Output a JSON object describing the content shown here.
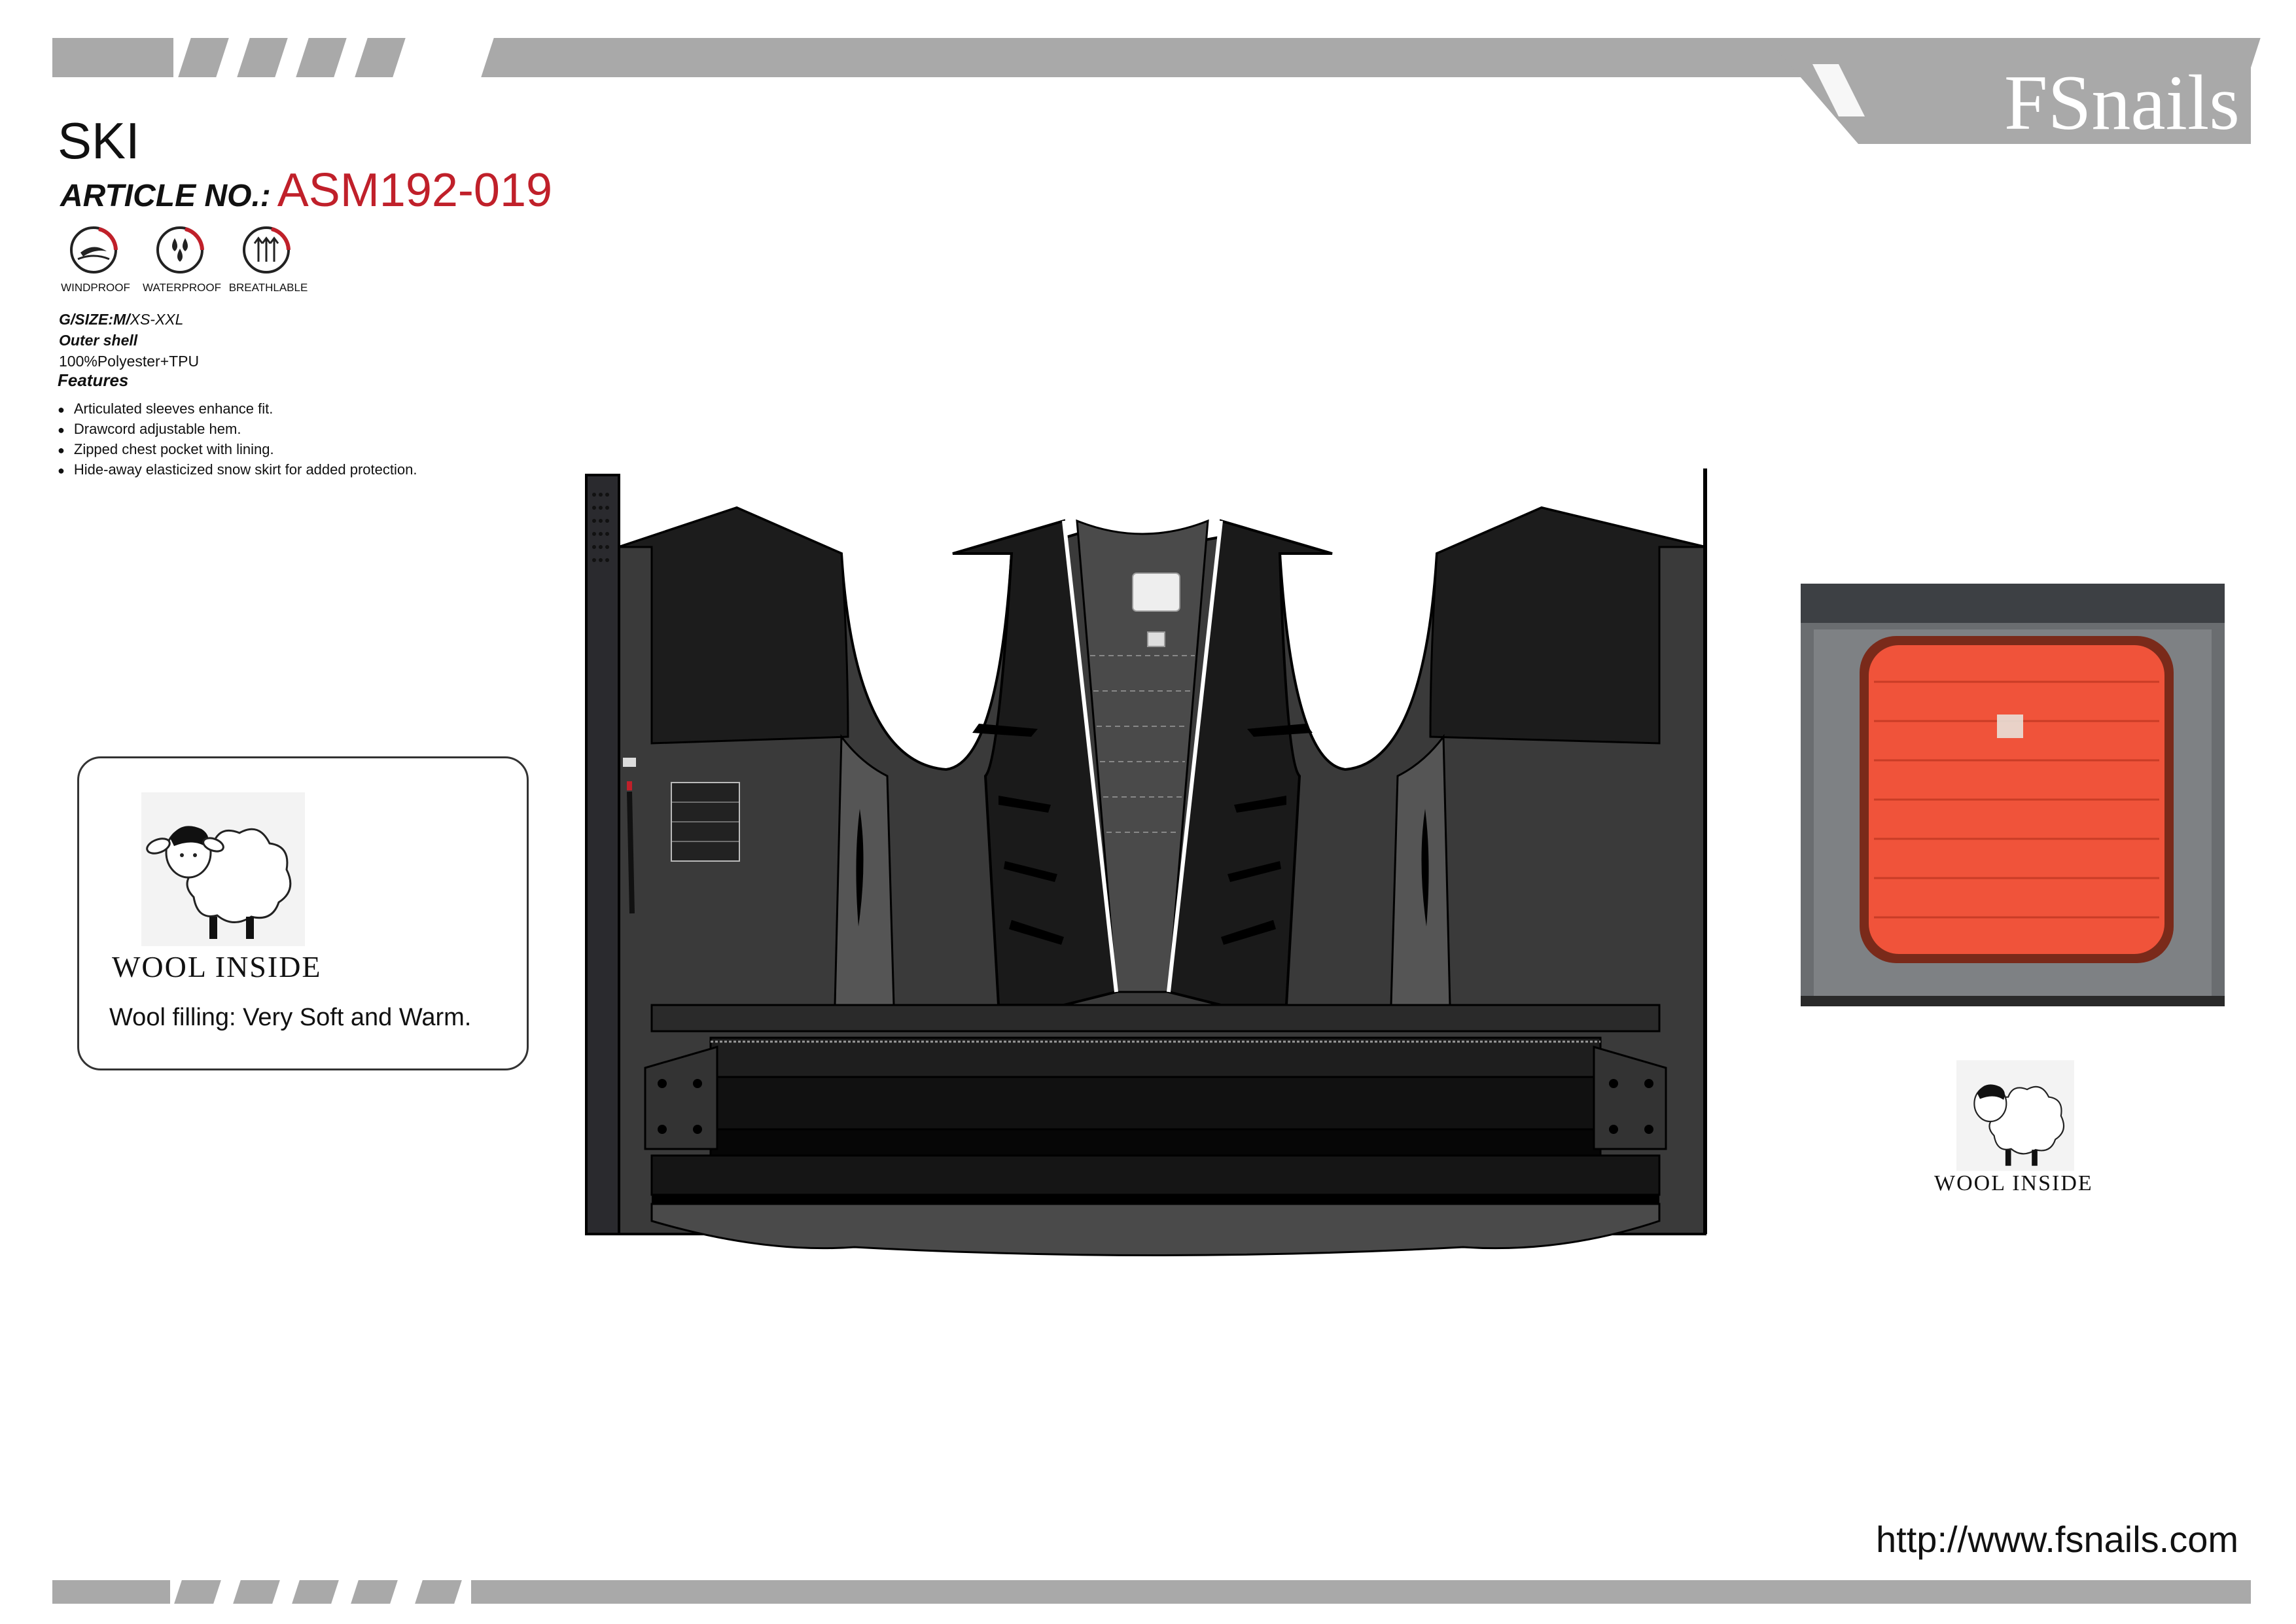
{
  "header": {
    "brand": "FSnails",
    "category": "SKI",
    "article_label": "ARTICLE NO.:",
    "article_code": "ASM192-019"
  },
  "icons": [
    {
      "name": "windproof-icon",
      "label": "WINDPROOF"
    },
    {
      "name": "waterproof-icon",
      "label": "WATERPROOF"
    },
    {
      "name": "breathable-icon",
      "label": "BREATHLABLE"
    }
  ],
  "spec": {
    "size_label": "G/SIZE:M/",
    "size_range": "XS-XXL",
    "shell_label": "Outer shell",
    "shell_value": "100%Polyester+TPU"
  },
  "features": {
    "title": "Features",
    "items": [
      "Articulated sleeves enhance fit.",
      "Drawcord adjustable hem.",
      "Zipped chest pocket with lining.",
      "Hide-away  elasticized snow skirt for added protection."
    ]
  },
  "wool_box": {
    "logo_text": "WOOL INSIDE",
    "description": "Wool filling:  Very Soft and Warm."
  },
  "photo_logo_text": "WOOL INSIDE",
  "footer": {
    "url": "http://www.fsnails.com"
  },
  "colors": {
    "accent_red": "#c0202a",
    "bar_gray": "#a9a9a9",
    "jacket_black": "#1a1a1a",
    "jacket_gray": "#4a4a4a",
    "insulation_orange": "#f0533a"
  }
}
